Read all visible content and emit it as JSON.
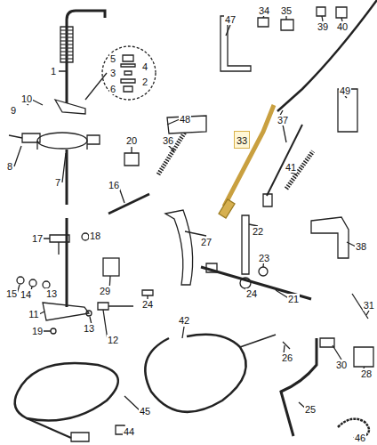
{
  "diagram": {
    "nodes": [
      {
        "text": [
          "33"
        ]
      }
    ],
    "labels": [
      "1",
      "2",
      "3",
      "4",
      "5",
      "6",
      "7",
      "8",
      "9",
      "10",
      "11",
      "12",
      "13",
      "13",
      "14",
      "15",
      "16",
      "17",
      "18",
      "19",
      "20",
      "21",
      "22",
      "23",
      "24",
      "24",
      "25",
      "26",
      "27",
      "28",
      "29",
      "30",
      "31",
      "34",
      "35",
      "36",
      "37",
      "38",
      "39",
      "40",
      "41",
      "42",
      "44",
      "45",
      "46",
      "47",
      "48",
      "49"
    ]
  }
}
